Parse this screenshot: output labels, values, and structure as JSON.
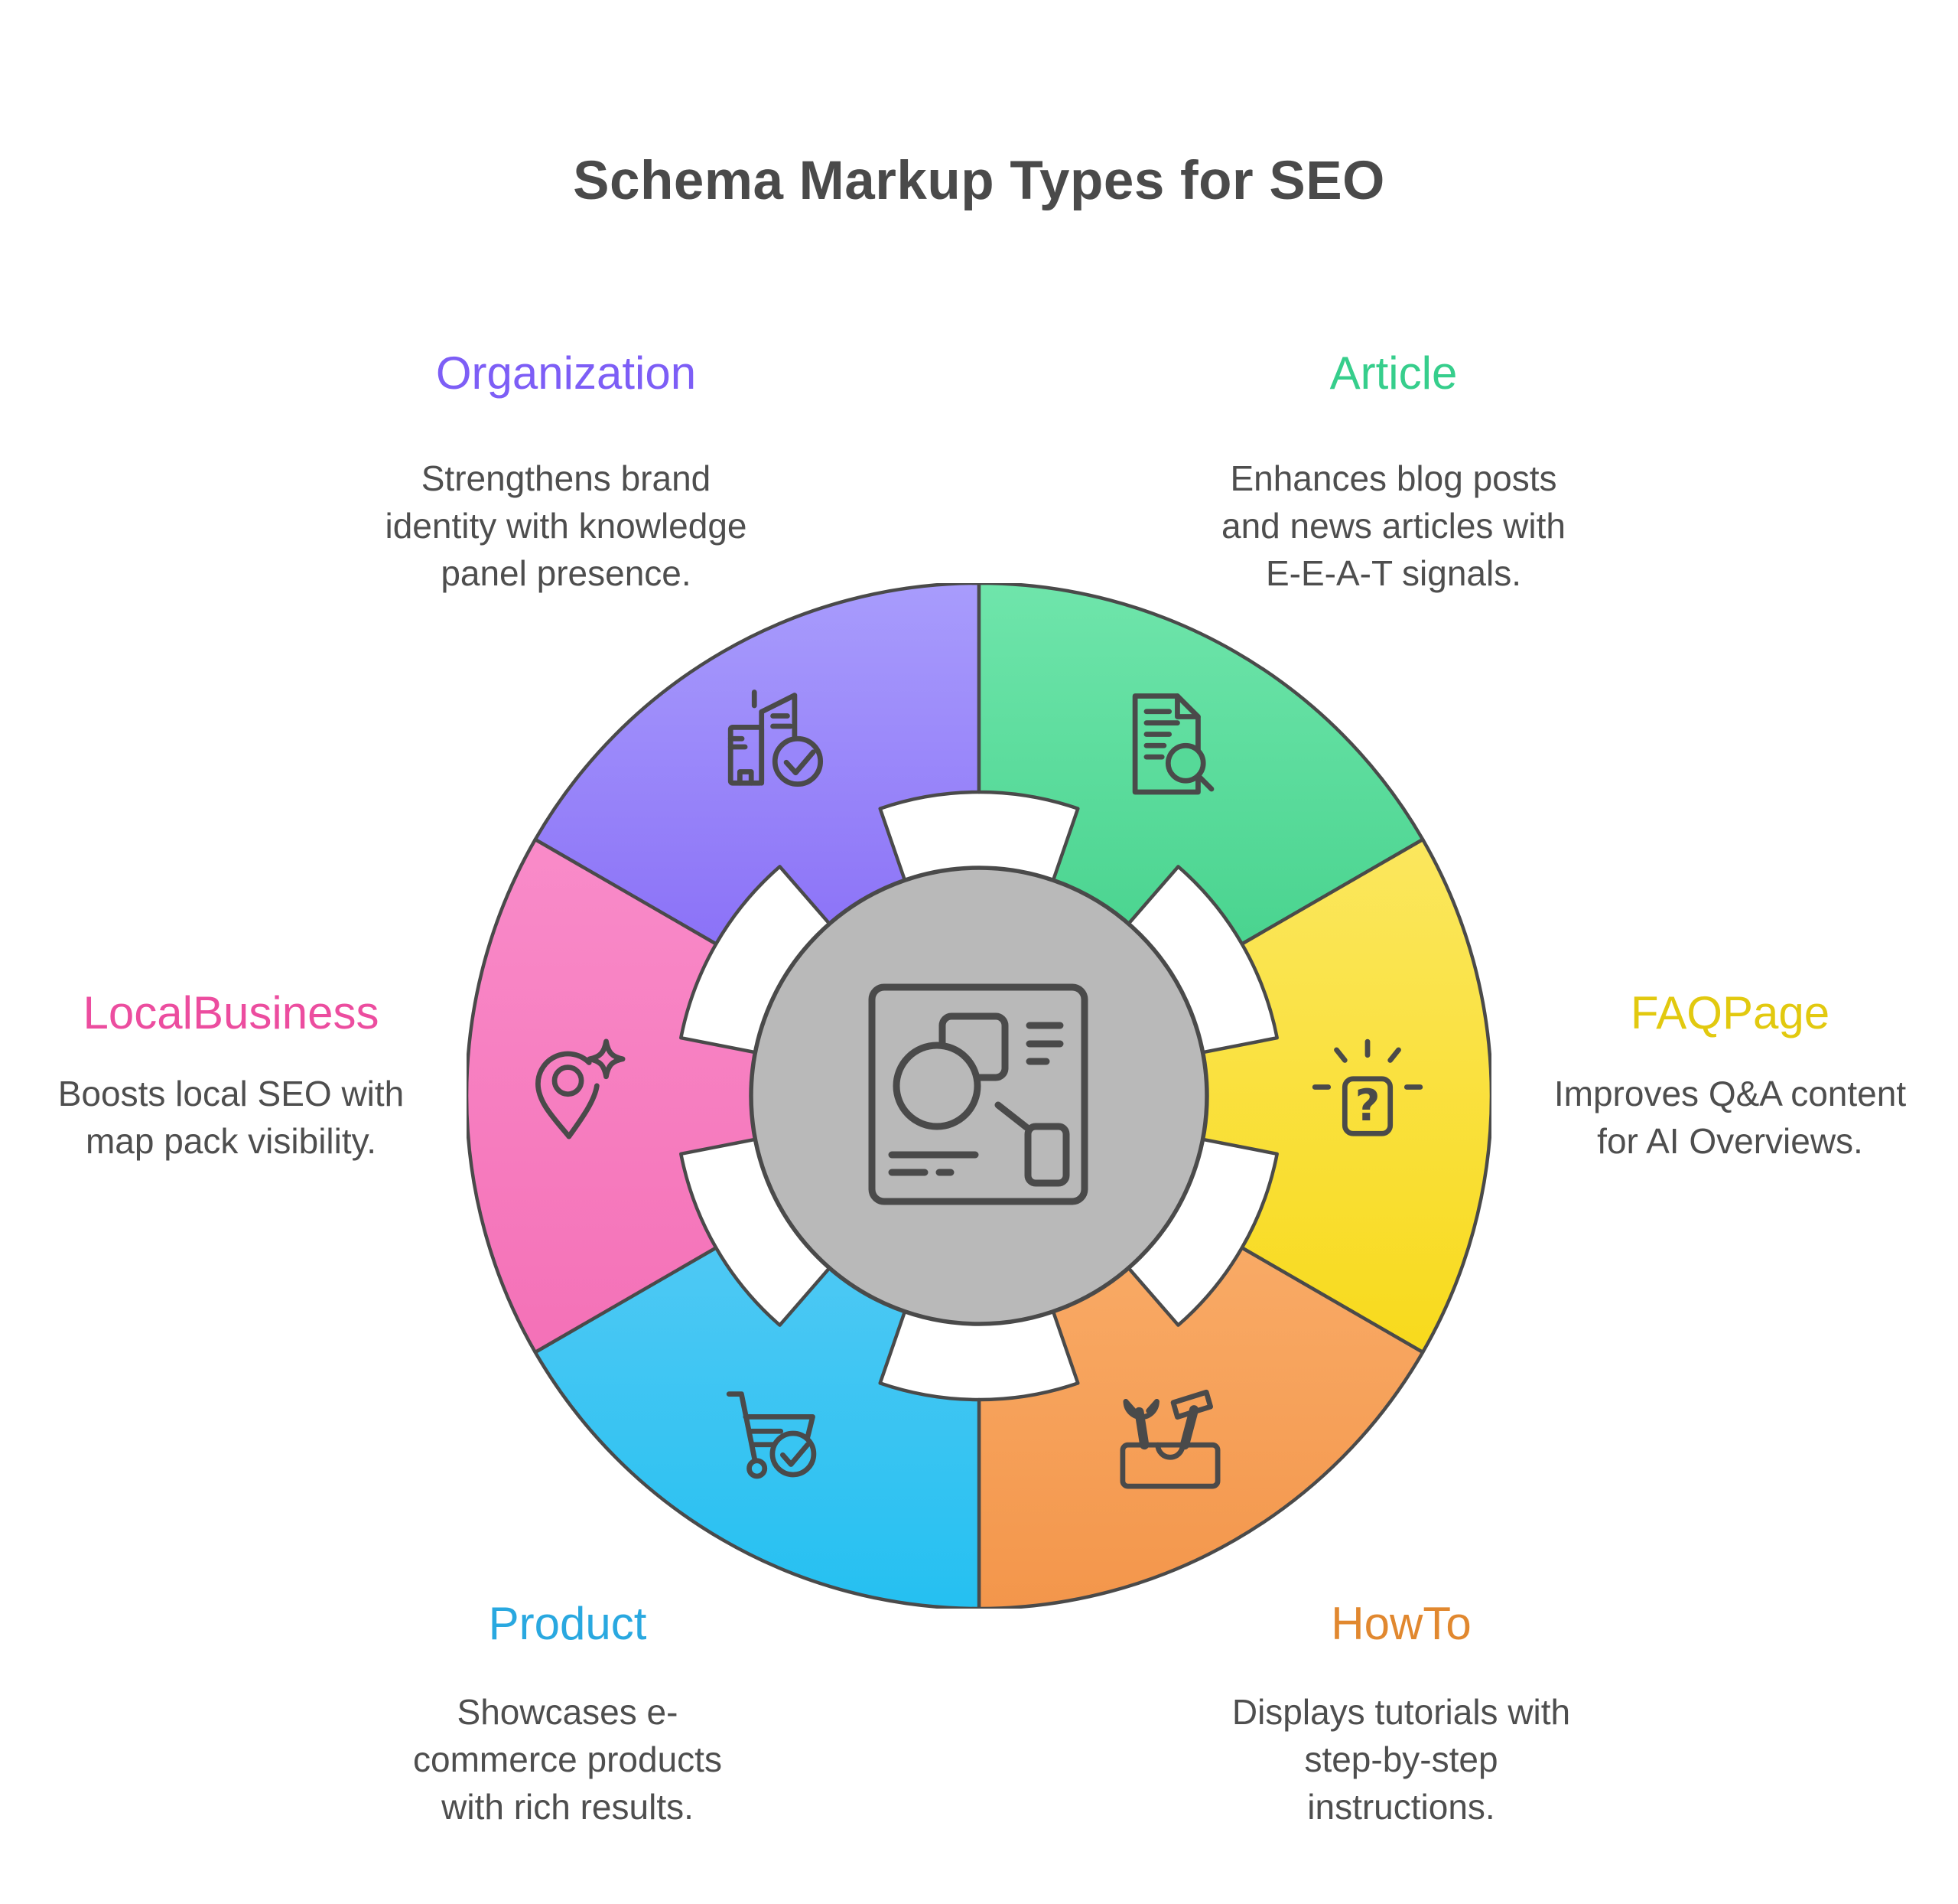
{
  "title": "Schema Markup Types for SEO",
  "title_color": "#4a4a4a",
  "desc_color": "#4e4e4e",
  "background": "#ffffff",
  "wheel": {
    "outline_color": "#4a4a4a",
    "center_fill": "#b9b9b9",
    "center_icon": "schema-diagram-document"
  },
  "segments": [
    {
      "id": "organization",
      "label": "Organization",
      "label_color": "#7d5ef6",
      "color_light": "#a89cfc",
      "color_dark": "#8a70f7",
      "color": "#9886fa",
      "icon": "building-check",
      "desc_lines": [
        "Strengthens brand",
        "identity with knowledge",
        "panel presence."
      ]
    },
    {
      "id": "article",
      "label": "Article",
      "label_color": "#36ce8c",
      "color_light": "#6fe5ab",
      "color_dark": "#48d38e",
      "color": "#56d998",
      "icon": "document-magnifier",
      "desc_lines": [
        "Enhances blog posts",
        "and news articles with",
        "E-E-A-T signals."
      ]
    },
    {
      "id": "faqpage",
      "label": "FAQPage",
      "label_color": "#e2c90f",
      "color_light": "#fbe75e",
      "color_dark": "#f8da1c",
      "color": "#f9e033",
      "icon": "question-box-rays",
      "icon_glyph": "?",
      "desc_lines": [
        "Improves Q&A content",
        "for AI Overviews."
      ]
    },
    {
      "id": "howto",
      "label": "HowTo",
      "label_color": "#e1882f",
      "color_light": "#f9ab67",
      "color_dark": "#f3964b",
      "color": "#f6a159",
      "icon": "toolbox-tools",
      "desc_lines": [
        "Displays tutorials with",
        "step-by-step",
        "instructions."
      ]
    },
    {
      "id": "product",
      "label": "Product",
      "label_color": "#29a8e0",
      "color_light": "#50c9f4",
      "color_dark": "#25c0f1",
      "color": "#38c5f2",
      "icon": "cart-check",
      "desc_lines": [
        "Showcases e-",
        "commerce products",
        "with rich results."
      ]
    },
    {
      "id": "localbusiness",
      "label": "LocalBusiness",
      "label_color": "#ec4d9f",
      "color_light": "#f98bc9",
      "color_dark": "#f471b7",
      "color": "#f67ec0",
      "icon": "map-pin-sparkle",
      "desc_lines": [
        "Boosts local SEO with",
        "map pack visibility."
      ]
    }
  ]
}
